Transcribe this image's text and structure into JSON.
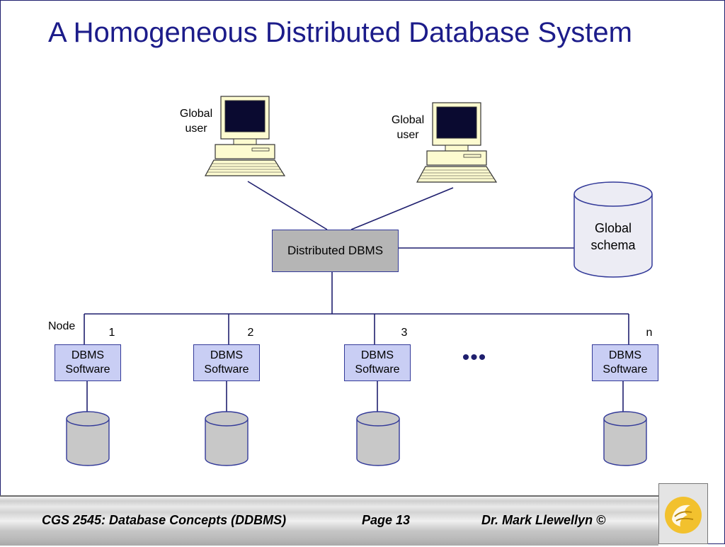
{
  "title": "A Homogeneous Distributed Database System",
  "users": [
    {
      "line1": "Global",
      "line2": "user"
    },
    {
      "line1": "Global",
      "line2": "user"
    }
  ],
  "central": {
    "label": "Distributed DBMS"
  },
  "schema": {
    "line1": "Global",
    "line2": "schema"
  },
  "node_label": "Node",
  "nodes": [
    {
      "number": "1",
      "line1": "DBMS",
      "line2": "Software"
    },
    {
      "number": "2",
      "line1": "DBMS",
      "line2": "Software"
    },
    {
      "number": "3",
      "line1": "DBMS",
      "line2": "Software"
    },
    {
      "number": "n",
      "line1": "DBMS",
      "line2": "Software"
    }
  ],
  "ellipsis": "•••",
  "footer": {
    "course": "CGS 2545: Database Concepts  (DDBMS)",
    "page": "Page 13",
    "author": "Dr. Mark Llewellyn ©"
  },
  "colors": {
    "title": "#1c1c8a",
    "dbms_box": "#c9cef4",
    "ddbms_box": "#b5b5b5",
    "lines": "#1f1f6e",
    "cylinder": "#c8c8c8"
  }
}
